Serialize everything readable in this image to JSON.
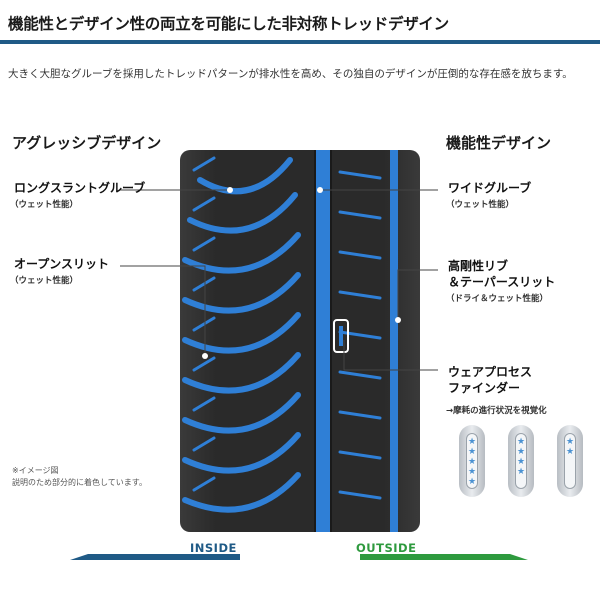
{
  "header": {
    "title": "機能性とデザイン性の両立を可能にした非対称トレッドデザイン",
    "intro": "大きく大胆なグルーブを採用したトレッドパターンが排水性を高め、その独自のデザインが圧倒的な存在感を放ちます。"
  },
  "left": {
    "heading": "アグレッシブデザイン",
    "items": [
      {
        "label": "ロングスラントグルーブ",
        "sub": "（ウェット性能）"
      },
      {
        "label": "オープンスリット",
        "sub": "（ウェット性能）"
      }
    ]
  },
  "right": {
    "heading": "機能性デザイン",
    "items": [
      {
        "label": "ワイドグルーブ",
        "sub": "（ウェット性能）"
      },
      {
        "label1": "高剛性リブ",
        "label2": "＆テーパースリット",
        "sub": "（ドライ＆ウェット性能）"
      },
      {
        "label1": "ウェアプロセス",
        "label2": "ファインダー",
        "sub": "→摩耗の進行状況を視覚化"
      }
    ]
  },
  "note": {
    "line1": "※イメージ図",
    "line2": "説明のため部分的に着色しています。"
  },
  "arrows": {
    "inside": "INSIDE",
    "outside": "OUTSIDE",
    "inside_color": "#1f5a86",
    "outside_color": "#2e9a3e"
  },
  "colors": {
    "accent_blue": "#2f7fd6",
    "tread_dark": "#262626",
    "title_rule": "#1f5a86"
  },
  "wear_indicators": [
    {
      "stars": 5
    },
    {
      "stars": 4
    },
    {
      "stars": 2
    }
  ]
}
